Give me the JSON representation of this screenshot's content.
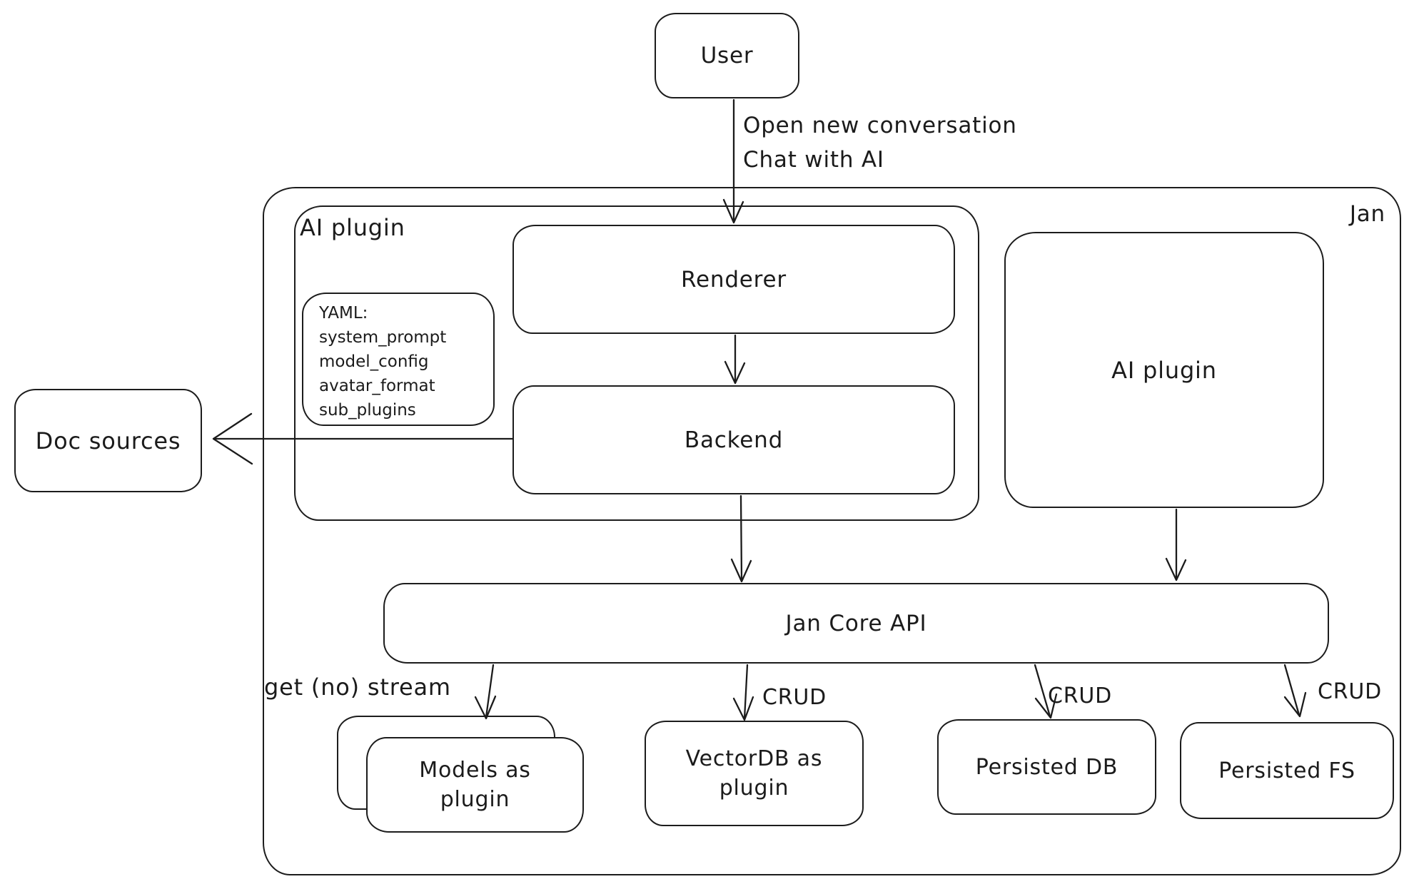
{
  "diagram": {
    "nodes": {
      "user": "User",
      "jan_container": "Jan",
      "ai_plugin_container": "AI plugin",
      "renderer": "Renderer",
      "backend": "Backend",
      "doc_sources": "Doc sources",
      "ai_plugin_right": "AI plugin",
      "jan_core_api": "Jan Core API",
      "models_as_plugin": "Models as plugin",
      "vectordb_as_plugin": "VectorDB as plugin",
      "persisted_db": "Persisted DB",
      "persisted_fs": "Persisted FS"
    },
    "yaml_note": {
      "lines": [
        "YAML:",
        "system_prompt",
        "model_config",
        "avatar_format",
        "sub_plugins"
      ]
    },
    "edge_labels": {
      "user_flow_line1": "Open new conversation",
      "user_flow_line2": "Chat with AI",
      "get_stream": "get (no) stream",
      "crud_vectordb": "CRUD",
      "crud_persisted_db": "CRUD",
      "crud_persisted_fs": "CRUD"
    },
    "colors": {
      "stroke": "#1b1b1b",
      "background": "#ffffff"
    }
  }
}
